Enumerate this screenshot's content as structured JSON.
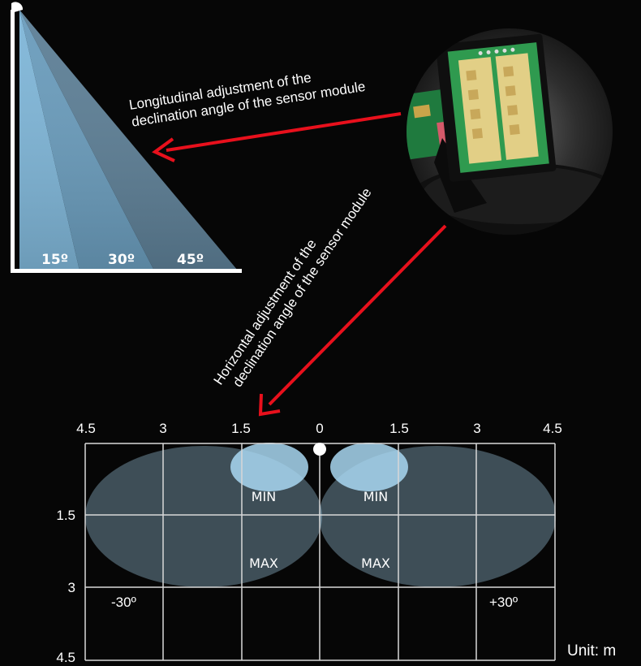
{
  "longitudinal_annotation": {
    "line1": "Longitudinal adjustment of the",
    "line2": "declination angle of the sensor module"
  },
  "horizontal_annotation": {
    "line1": "Horizontal adjustment of the",
    "line2": "declination angle of the sensor module"
  },
  "vertical_beam": {
    "angles": [
      "15º",
      "30º",
      "45º"
    ]
  },
  "range_diagram": {
    "x_ticks": [
      "4.5",
      "3",
      "1.5",
      "0",
      "1.5",
      "3",
      "4.5"
    ],
    "y_ticks": [
      "1.5",
      "3",
      "4.5"
    ],
    "min_label": "MIN",
    "max_label": "MAX",
    "left_angle": "-30º",
    "right_angle": "+30º",
    "unit": "Unit: m"
  },
  "colors": {
    "arrow": "#e8101c",
    "beam_light": "#a9d8f2",
    "grid": "#d8d8d8"
  }
}
